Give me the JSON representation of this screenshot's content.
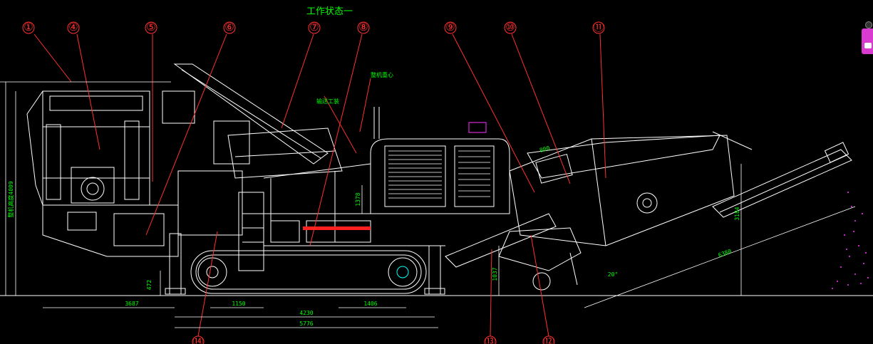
{
  "title": "工作状态一",
  "callouts": [
    "①",
    "④",
    "⑤",
    "⑥",
    "⑦",
    "⑧",
    "⑨",
    "⑩",
    "⑪",
    "⑭",
    "⑬",
    "⑫"
  ],
  "annotations": {
    "a1": "输送工装",
    "a2": "整机重心"
  },
  "dimensions": {
    "d3687": "3687",
    "d1150": "1150",
    "d4230": "4230",
    "d1406": "1406",
    "d5776": "5776",
    "d472": "472",
    "d1037": "1037",
    "d3184": "3184",
    "d6380": "6380",
    "d1378": "1378",
    "dleft": "整机高度4009",
    "angle": "20°",
    "d800": "800"
  },
  "colors": {
    "line": "#ffffff",
    "callout": "#ff3030",
    "title": "#00ff00",
    "dim": "#00ff00",
    "accent": "#ff2020",
    "magenta": "#ff30ff",
    "cyan": "#00ffff"
  }
}
